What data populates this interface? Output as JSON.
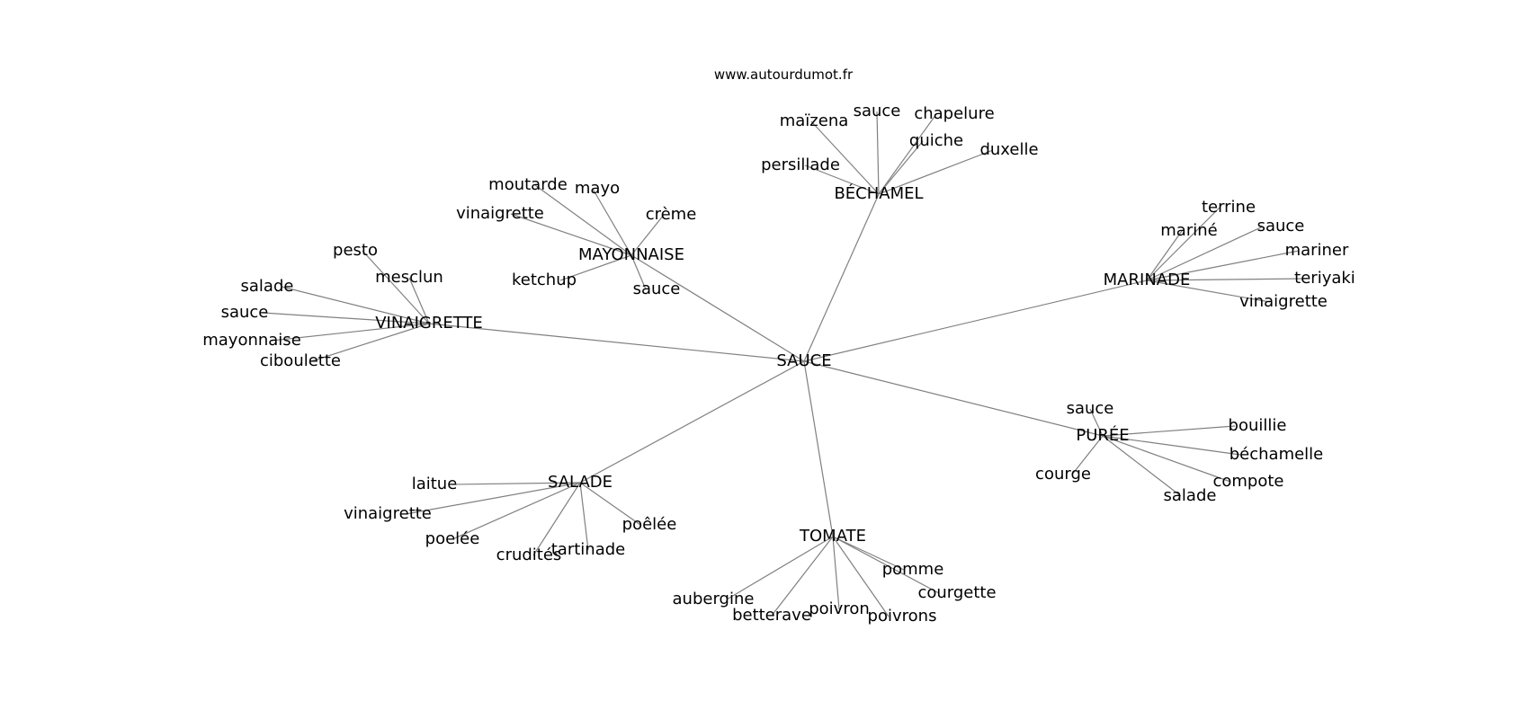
{
  "source": "www.autourdumot.fr",
  "colors": {
    "edge": "#808080",
    "text": "#000000",
    "background": "#ffffff"
  },
  "graph": {
    "center": "SAUCE",
    "clusters": [
      {
        "hub": "BÉCHAMEL",
        "leaves": [
          "maïzena",
          "sauce",
          "chapelure",
          "quiche",
          "duxelle",
          "persillade"
        ]
      },
      {
        "hub": "MAYONNAISE",
        "leaves": [
          "moutarde",
          "mayo",
          "vinaigrette",
          "crème",
          "ketchup",
          "sauce"
        ]
      },
      {
        "hub": "VINAIGRETTE",
        "leaves": [
          "pesto",
          "mesclun",
          "salade",
          "sauce",
          "mayonnaise",
          "ciboulette"
        ]
      },
      {
        "hub": "MARINADE",
        "leaves": [
          "terrine",
          "mariné",
          "sauce",
          "mariner",
          "teriyaki",
          "vinaigrette"
        ]
      },
      {
        "hub": "PURÉE",
        "leaves": [
          "sauce",
          "bouillie",
          "béchamelle",
          "courge",
          "compote",
          "salade"
        ]
      },
      {
        "hub": "SALADE",
        "leaves": [
          "laitue",
          "vinaigrette",
          "poelée",
          "poêlée",
          "crudités",
          "tartinade"
        ]
      },
      {
        "hub": "TOMATE",
        "leaves": [
          "pomme",
          "courgette",
          "aubergine",
          "betterave",
          "poivron",
          "poivrons"
        ]
      }
    ]
  }
}
